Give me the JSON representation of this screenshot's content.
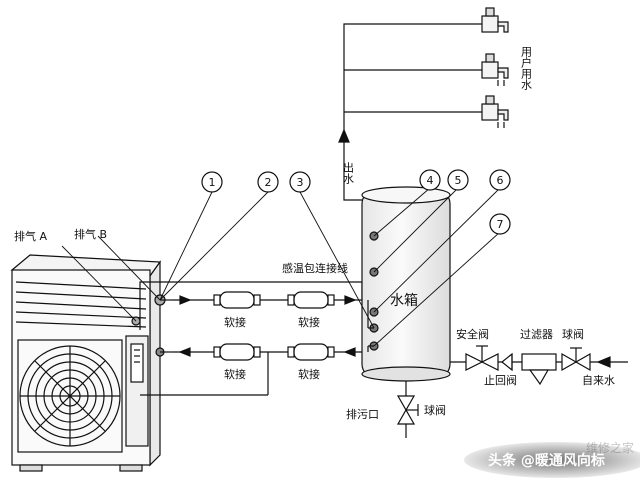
{
  "labels": {
    "vent_a": "排气 A",
    "vent_b": "排气 B",
    "sensor_cable": "感温包连接线",
    "soft_joint": "软接",
    "water_tank": "水箱",
    "water_out": "出水",
    "user_water": "用户用水",
    "safety_valve": "安全阀",
    "check_valve": "止回阀",
    "filter": "过滤器",
    "ball_valve": "球阀",
    "tap_water": "自来水",
    "drain_outlet": "排污口",
    "ball_valve_drain": "球阀"
  },
  "callouts": [
    "1",
    "2",
    "3",
    "4",
    "5",
    "6",
    "7"
  ],
  "watermark": {
    "faint": "维修之家",
    "main": "头条 @暖通风向标"
  },
  "colors": {
    "line": "#111111",
    "tank_fill": "#f2f2f2",
    "unit_fill": "#f7f7f7"
  }
}
